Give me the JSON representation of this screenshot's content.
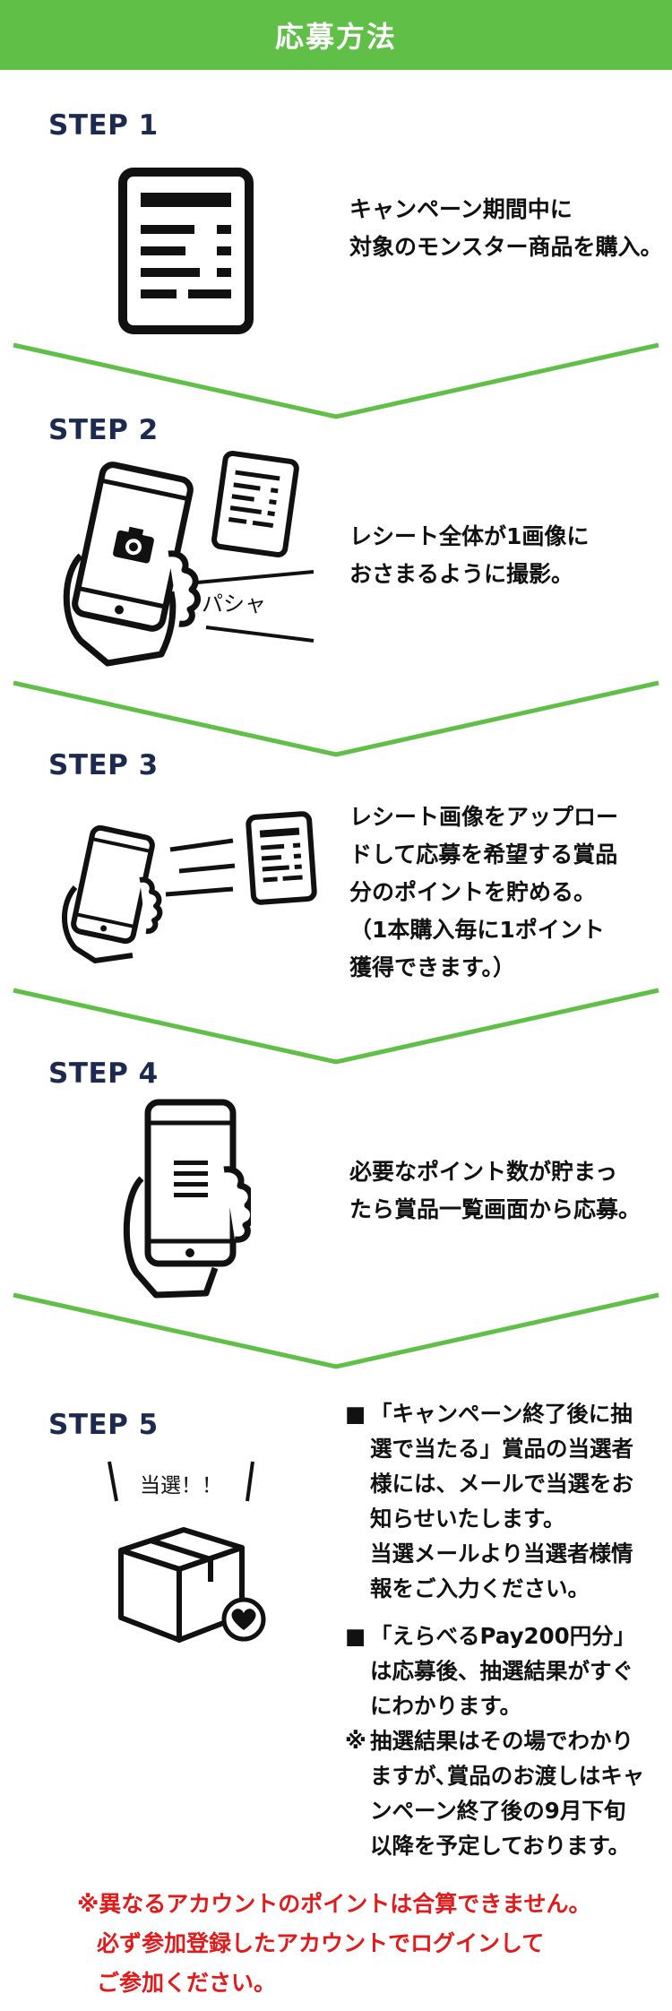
{
  "header": {
    "title": "応募方法"
  },
  "colors": {
    "accent_green": "#5fbf47",
    "step_navy": "#1b2a4e",
    "warning_red": "#e11b1b"
  },
  "steps": [
    {
      "label": "STEP 1",
      "lines": [
        "キャンペーン期間中に",
        "対象のモンスター商品を購入。"
      ],
      "icon": "receipt-icon"
    },
    {
      "label": "STEP 2",
      "lines": [
        "レシート全体が1画像に",
        "おさまるように撮影。"
      ],
      "icon": "phone-camera-icon",
      "icon_caption": "パシャ"
    },
    {
      "label": "STEP 3",
      "lines": [
        "レシート画像をアップロー",
        "ドして応募を希望する賞品",
        "分のポイントを貯める。",
        "（1本購入毎に1ポイント",
        "獲得できます。）"
      ],
      "icon": "phone-upload-icon"
    },
    {
      "label": "STEP 4",
      "lines": [
        "必要なポイント数が貯まっ",
        "たら賞品一覧画面から応募。"
      ],
      "icon": "phone-menu-icon"
    },
    {
      "label": "STEP 5",
      "icon": "gift-box-heart-icon",
      "icon_caption": "当選！！"
    }
  ],
  "step5_notes": [
    {
      "mark": "■",
      "lines": [
        "「キャンペーン終了後に抽",
        "選で当たる」賞品の当選者",
        "様には、メールで当選をお",
        "知らせいたします。",
        "当選メールより当選者様情",
        "報をご入力ください。"
      ]
    },
    {
      "mark": "■",
      "lines": [
        "「えらべるPay200円分」",
        "は応募後、抽選結果がすぐ",
        "にわかります。"
      ]
    },
    {
      "mark": "※",
      "lines": [
        "抽選結果はその場でわかり",
        "ますが､賞品のお渡しはキャ",
        "ンペーン終了後の9月下旬",
        "以降を予定しております。"
      ]
    }
  ],
  "warning": {
    "lines": [
      "※異なるアカウントのポイントは合算できません。",
      "必ず参加登録したアカウントでログインして",
      "ご参加ください。"
    ]
  }
}
